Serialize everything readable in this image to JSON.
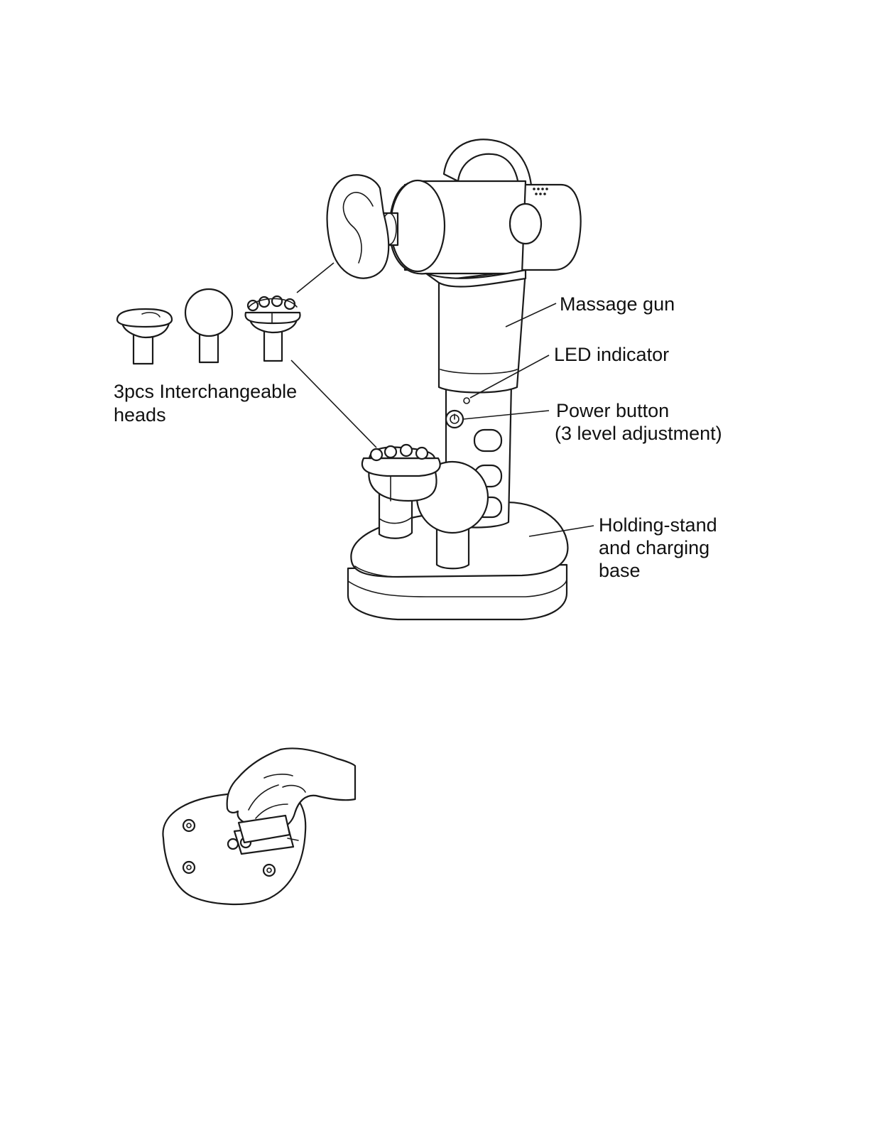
{
  "labels": {
    "massage_gun": "Massage gun",
    "led_indicator": "LED indicator",
    "power_button_line1": "Power button",
    "power_button_line2": "(3 level adjustment)",
    "stand_line1": "Holding-stand",
    "stand_line2": "and charging",
    "stand_line3": "base",
    "heads_line1": "3pcs Interchangeable",
    "heads_line2": "heads"
  },
  "icons": [
    "massage-gun",
    "massage-head-flat",
    "massage-head-ball",
    "massage-head-fork",
    "charging-stand",
    "hand",
    "base-underside"
  ]
}
